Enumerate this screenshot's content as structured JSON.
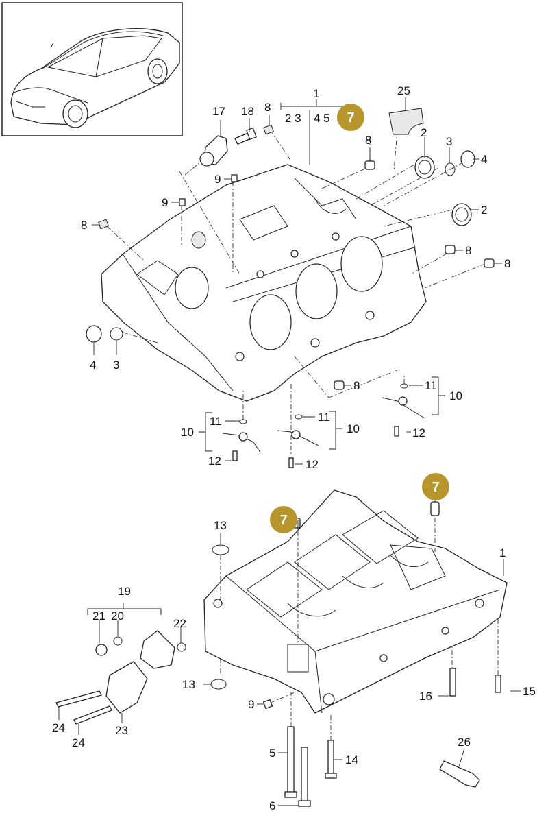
{
  "colors": {
    "badge": "#b8962e",
    "line": "#222222"
  },
  "labels": {
    "p1_top": "1",
    "p2_a": "2",
    "p3_a": "3",
    "p4_a": "4",
    "p5_a": "5",
    "p2_b": "2",
    "p3_b": "3",
    "p4_b": "4",
    "p8_a": "8",
    "p8_b": "8",
    "p8_c": "8",
    "p8_d": "8",
    "p8_e": "8",
    "p8_f": "8",
    "p9_a": "9",
    "p9_b": "9",
    "p10_a": "10",
    "p10_b": "10",
    "p10_c": "10",
    "p11_a": "11",
    "p11_b": "11",
    "p11_c": "11",
    "p12_a": "12",
    "p12_b": "12",
    "p12_c": "12",
    "p17": "17",
    "p18": "18",
    "p25": "25",
    "p1_bottom": "1",
    "p13_a": "13",
    "p13_b": "13",
    "p15": "15",
    "p16": "16",
    "p9_c": "9",
    "p5_b": "5",
    "p6": "6",
    "p14": "14",
    "p19": "19",
    "p20": "20",
    "p21": "21",
    "p22": "22",
    "p23": "23",
    "p24_a": "24",
    "p24_b": "24",
    "p26": "26",
    "group_23": "2 3",
    "group_45": "4 5"
  },
  "badges": {
    "b1": "7",
    "b2": "7",
    "b3": "7"
  },
  "icons": {
    "car": "car-thumbnail-icon"
  }
}
